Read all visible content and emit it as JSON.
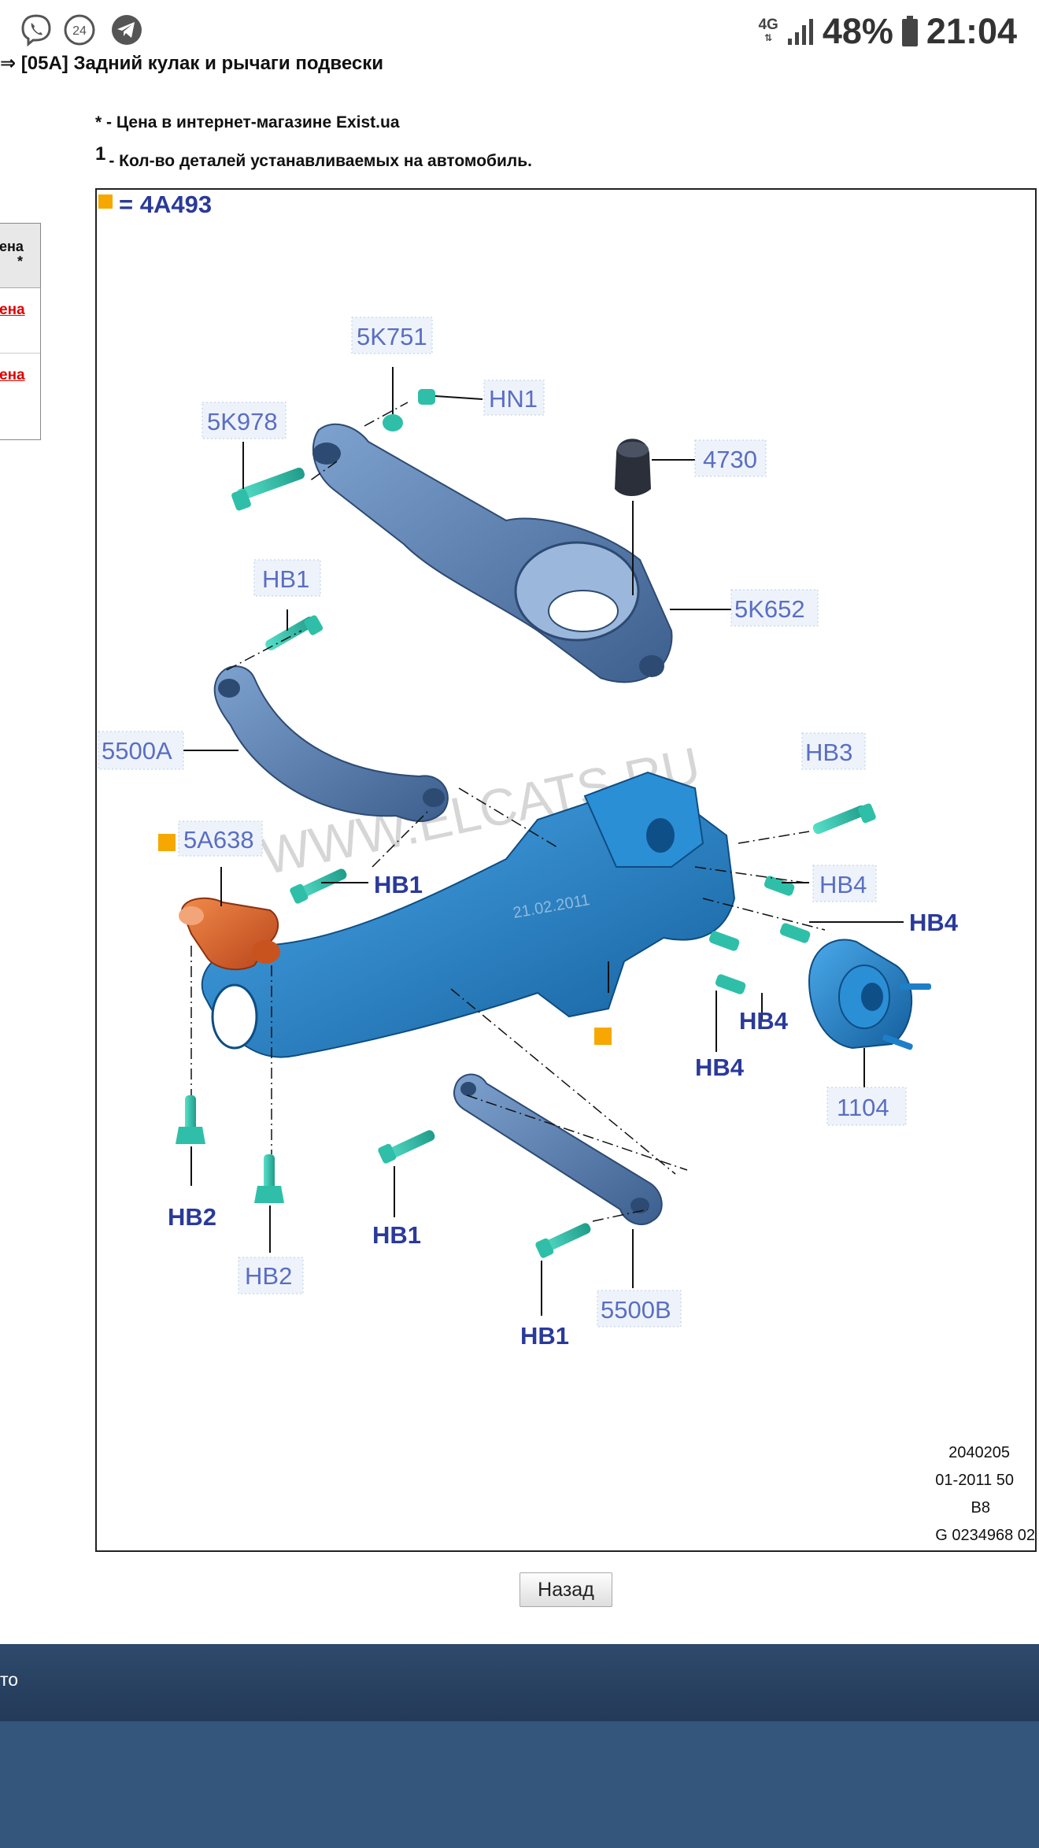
{
  "status_bar": {
    "network": "4G",
    "notification_count": "24",
    "battery": "48%",
    "time": "21:04"
  },
  "breadcrumb": "⇒ [05A] Задний кулак и рычаги подвески",
  "notes": {
    "price_mark": "* - Цена в интернет-магазине Exist.ua",
    "qty_mark_sup": "1",
    "qty_mark": "- Кол-во деталей устанавливаемых на автомобиль."
  },
  "table": {
    "header": [
      "ена",
      "*"
    ],
    "rows": [
      "ена",
      "ена"
    ]
  },
  "diagram": {
    "legend": "= 4A493",
    "watermark": "WWW.ELCATS.RU",
    "stamp": "21.02.2011",
    "labels": {
      "5K751": "5K751",
      "HN1": "HN1",
      "5K978": "5K978",
      "4730": "4730",
      "5K652": "5K652",
      "HB1_top": "HB1",
      "5500A": "5500A",
      "HB3": "HB3",
      "5A638": "5A638",
      "HB4_a": "HB4",
      "HB1_mid": "HB1",
      "HB4_b": "HB4",
      "HB4_c": "HB4",
      "HB4_d": "HB4",
      "1104": "1104",
      "HB2_a": "HB2",
      "HB1_low": "HB1",
      "HB2_b": "HB2",
      "5500B": "5500B",
      "HB1_bot": "HB1"
    },
    "meta": [
      "2040205",
      "01-2011 50",
      "B8",
      "G 0234968 02"
    ]
  },
  "back_button": "Назад",
  "footer_text": "то",
  "colors": {
    "part_blue": "#1e7fc8",
    "bolt_teal": "#2fbfa8",
    "bushing_orange": "#e0662a",
    "marker_orange": "#f6a800",
    "footer": "#2e4a6c"
  }
}
